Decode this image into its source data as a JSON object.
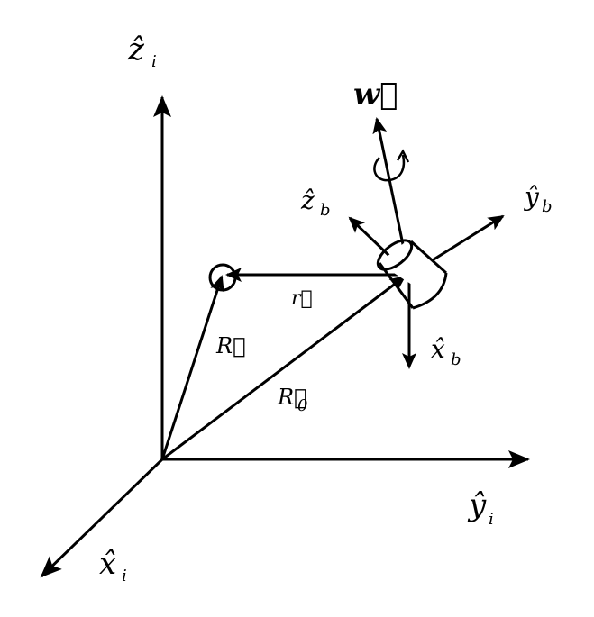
{
  "labels": {
    "z_i": "ẑ",
    "z_i_sub": "i",
    "y_i": "ŷ",
    "y_i_sub": "i",
    "x_i": "x̂",
    "x_i_sub": "i",
    "z_b": "ẑ",
    "z_b_sub": "b",
    "y_b": "ŷ",
    "y_b_sub": "b",
    "x_b": "x̂",
    "x_b_sub": "b",
    "w": "w⃗",
    "r": "r⃗",
    "R": "R⃗",
    "R0": "R⃗",
    "R0_sub": "0"
  },
  "colors": {
    "stroke": "#000000",
    "background": "#ffffff"
  }
}
